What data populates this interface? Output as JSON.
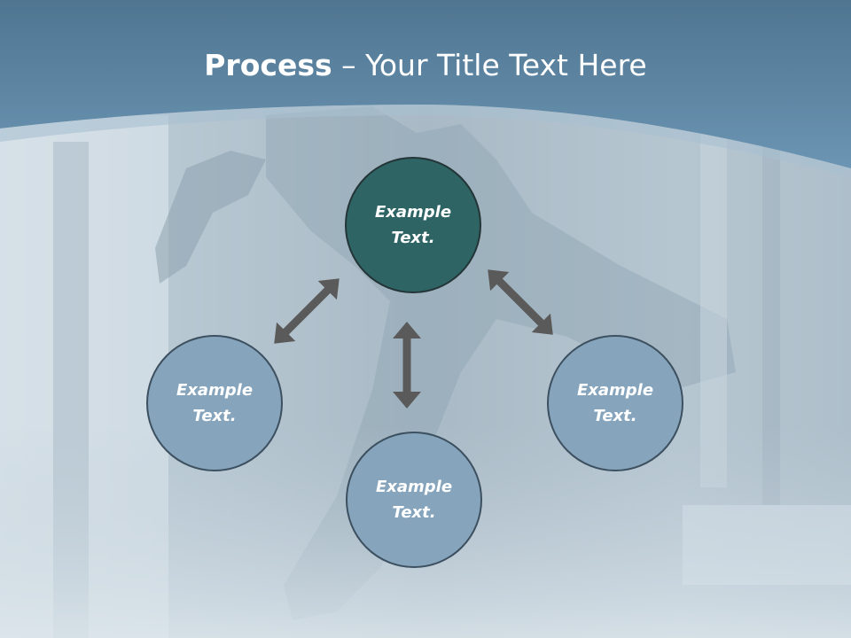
{
  "slide": {
    "title_bold": "Process",
    "title_rest": " – Your Title Text Here",
    "colors": {
      "header": "#5f8aa8",
      "center_circle": "#2f6464",
      "outer_circle": "#86a5bd",
      "arrow": "#5a5a5a"
    }
  },
  "nodes": [
    {
      "id": "top",
      "line1": "Example",
      "line2": "Text."
    },
    {
      "id": "left",
      "line1": "Example",
      "line2": "Text."
    },
    {
      "id": "right",
      "line1": "Example",
      "line2": "Text."
    },
    {
      "id": "bottom",
      "line1": "Example",
      "line2": "Text."
    }
  ]
}
